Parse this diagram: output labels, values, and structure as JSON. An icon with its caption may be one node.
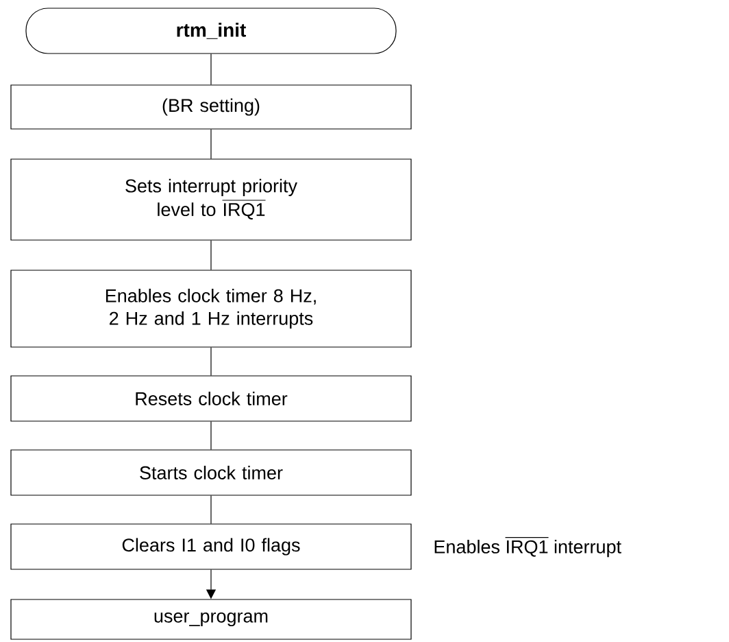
{
  "diagram": {
    "nodes": [
      {
        "text": [
          "rtm_init"
        ]
      },
      {
        "text": [
          "(BR setting)"
        ]
      },
      {
        "text": [
          "\\begin{array}{c}\\text{Sets interrupt priority}\\\\ \\text{level to }\\overline{\\text{IRQ1}}\\end{array}"
        ]
      },
      {
        "text": [
          "Enables clock timer 8 Hz, 2 Hz and 1 Hz interrupts"
        ]
      },
      {
        "text": [
          "Resets clock timer"
        ]
      },
      {
        "text": [
          "Starts clock timer"
        ]
      },
      {
        "text": [
          "Clears I1 and I0 flags"
        ],
        "beside": [
          "\\text{Enables }\\overline{\\text{IRQ1}}\\text{ interrupt}"
        ]
      },
      {
        "text": [
          "user_program"
        ]
      }
    ],
    "edges": [
      {
        "from": 0,
        "to": 1,
        "arrow": "none"
      },
      {
        "from": 1,
        "to": 2,
        "arrow": "none"
      },
      {
        "from": 2,
        "to": 3,
        "arrow": "none"
      },
      {
        "from": 3,
        "to": 4,
        "arrow": "none"
      },
      {
        "from": 4,
        "to": 5,
        "arrow": "none"
      },
      {
        "from": 5,
        "to": 6,
        "arrow": "none"
      },
      {
        "from": 6,
        "to": 7,
        "arrow": "to"
      }
    ]
  }
}
